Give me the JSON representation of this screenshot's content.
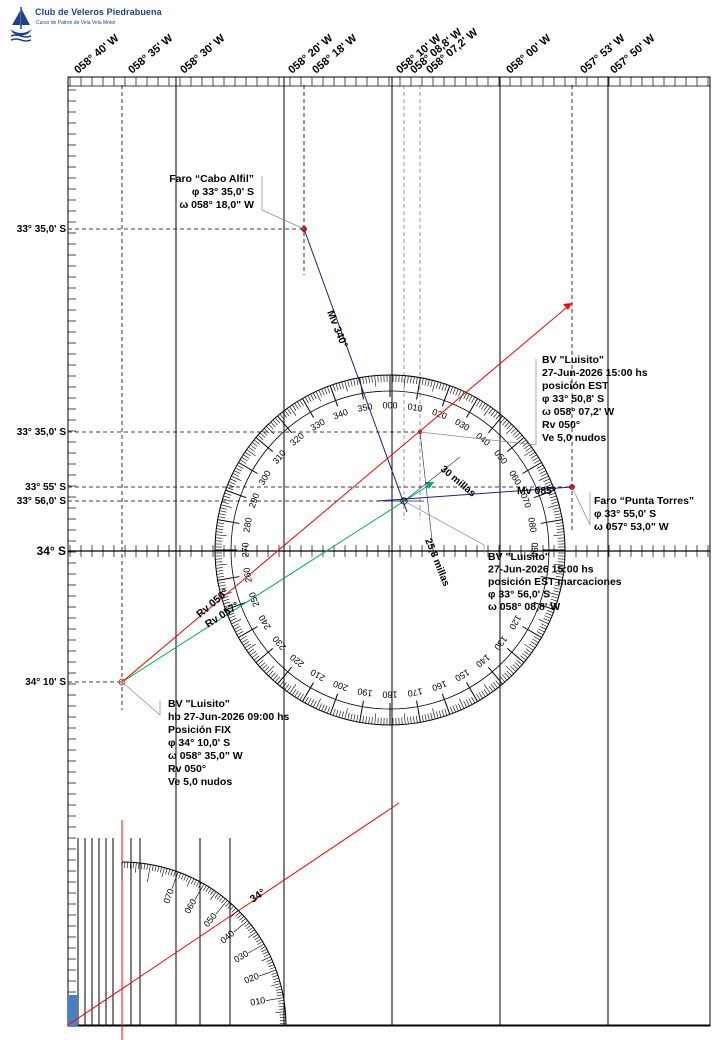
{
  "header": {
    "club_name": "Club de Veleros Piedrabuena",
    "course_name": "Curso de Patron de Vela Vela Motor"
  },
  "colors": {
    "grid": "#000000",
    "heading_line": "#ff0000",
    "bearing_line": "#1a237e",
    "current_line": "#00b050",
    "logo": "#1f3f8f",
    "scale_fill": "#4a7fc0"
  },
  "longitude_labels": [
    "058° 40' W",
    "058° 35' W",
    "058° 30' W",
    "058° 20' W",
    "058° 18' W",
    "058° 10' W",
    "058° 08,8' W",
    "058° 07,2' W",
    "058° 00' W",
    "057° 53' W",
    "057° 50' W"
  ],
  "latitude_labels": [
    "33° 35,0' S",
    "33° 35,0' S",
    "33° 55' S",
    "33° 56,0' S",
    "34° S",
    "34° 10' S"
  ],
  "compass_labels": [
    "000",
    "010",
    "020",
    "030",
    "040",
    "050",
    "060",
    "070",
    "080",
    "090",
    "130",
    "120",
    "140",
    "150",
    "160",
    "170",
    "180",
    "190",
    "200",
    "210",
    "220",
    "230",
    "240",
    "250",
    "260",
    "270",
    "280",
    "290",
    "300",
    "310",
    "320",
    "330",
    "340",
    "350"
  ],
  "lower_compass_labels": [
    "070",
    "060",
    "050",
    "040",
    "030",
    "020",
    "010"
  ],
  "lines": {
    "mv340": "Mv 340°",
    "mv085": "Mv 085°",
    "rv050": "Rv 050°",
    "rv057": "Rv 057°",
    "dist30": "30 millas",
    "dist258": "25,8 millas",
    "lat34": "34°"
  },
  "annotations": {
    "cabo_alfil": [
      "Faro “Cabo Alfil”",
      "φ 33° 35,0' S",
      "ω 058° 18,0\" W"
    ],
    "punta_torres": [
      "Faro “Punta Torres”",
      "φ 33° 55,0' S",
      "ω 057° 53,0\" W"
    ],
    "est_position": [
      "BV \"Luisito\"",
      "27-Jun-2026 15:00 hs",
      "posición EST",
      "φ 33° 50,8' S",
      "ω 058° 07,2' W",
      "Rv 050°",
      "Ve 5,0 nudos"
    ],
    "est_marcaciones": [
      "BV \"Luisito\"",
      "27-Jun-2026 15:00 hs",
      "posición EST marcaciones",
      "φ 33° 56,0' S",
      "ω 058° 08,8' W"
    ],
    "fix_position": [
      "BV \"Luisito\"",
      "hb 27-Jun-2026 09:00 hs",
      "Posición FIX",
      "φ 34° 10,0' S",
      "ω 058° 35,0\" W",
      "Rv 050°",
      "Ve 5,0 nudos"
    ]
  }
}
